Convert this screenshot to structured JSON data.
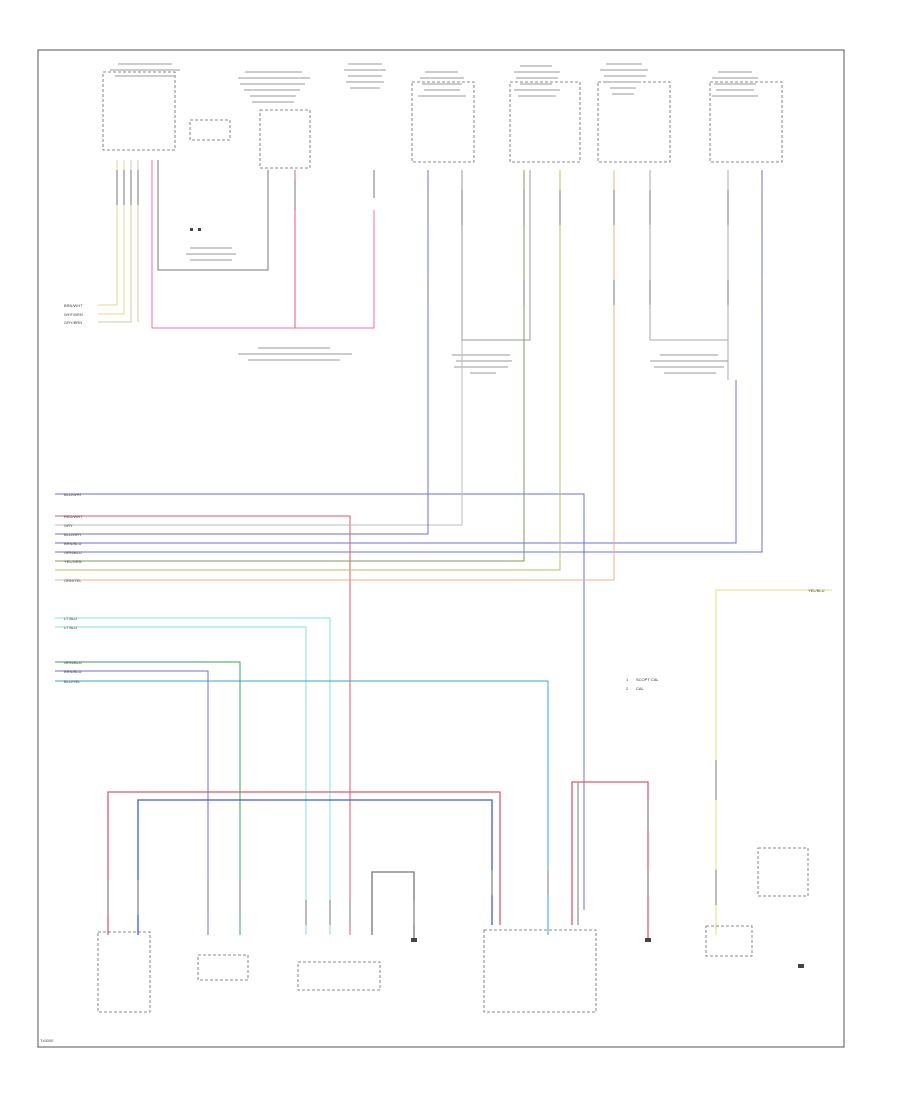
{
  "diagram": {
    "legend": [
      {
        "key": "1",
        "text": "SCOPT CAL"
      },
      {
        "key": "2",
        "text": "CAL"
      }
    ],
    "left_wires": [
      {
        "label": "BRN/WHT",
        "color": "#e6d98a"
      },
      {
        "label": "WHT/BRN",
        "color": "#e6d98a"
      },
      {
        "label": "GRY/BRN",
        "color": "#cfcfa0"
      },
      {
        "label": "BLU/WHT",
        "color": "#6f6fe0"
      },
      {
        "label": "RED/WHT",
        "color": "#e05a6a"
      },
      {
        "label": "GRY",
        "color": "#bbbbbb"
      },
      {
        "label": "BLU/GRY",
        "color": "#6f6fe0"
      },
      {
        "label": "BRN/BLU",
        "color": "#6f6fe0"
      },
      {
        "label": "GRN/BLU",
        "color": "#7aa050"
      },
      {
        "label": "YEL/GRN",
        "color": "#b8c060"
      },
      {
        "label": "ORN/YEL",
        "color": "#f0b080"
      },
      {
        "label": "LT BLU",
        "color": "#7ae6e6"
      },
      {
        "label": "LT BLU",
        "color": "#7ae6e6"
      },
      {
        "label": "GRN/BLU",
        "color": "#3aa060"
      },
      {
        "label": "BRN/BLU",
        "color": "#6f6fe0"
      },
      {
        "label": "BLU/YEL",
        "color": "#3aa0e0"
      }
    ],
    "right_wire_label": "YEL/BLU",
    "corner_label": "Tx3000"
  }
}
